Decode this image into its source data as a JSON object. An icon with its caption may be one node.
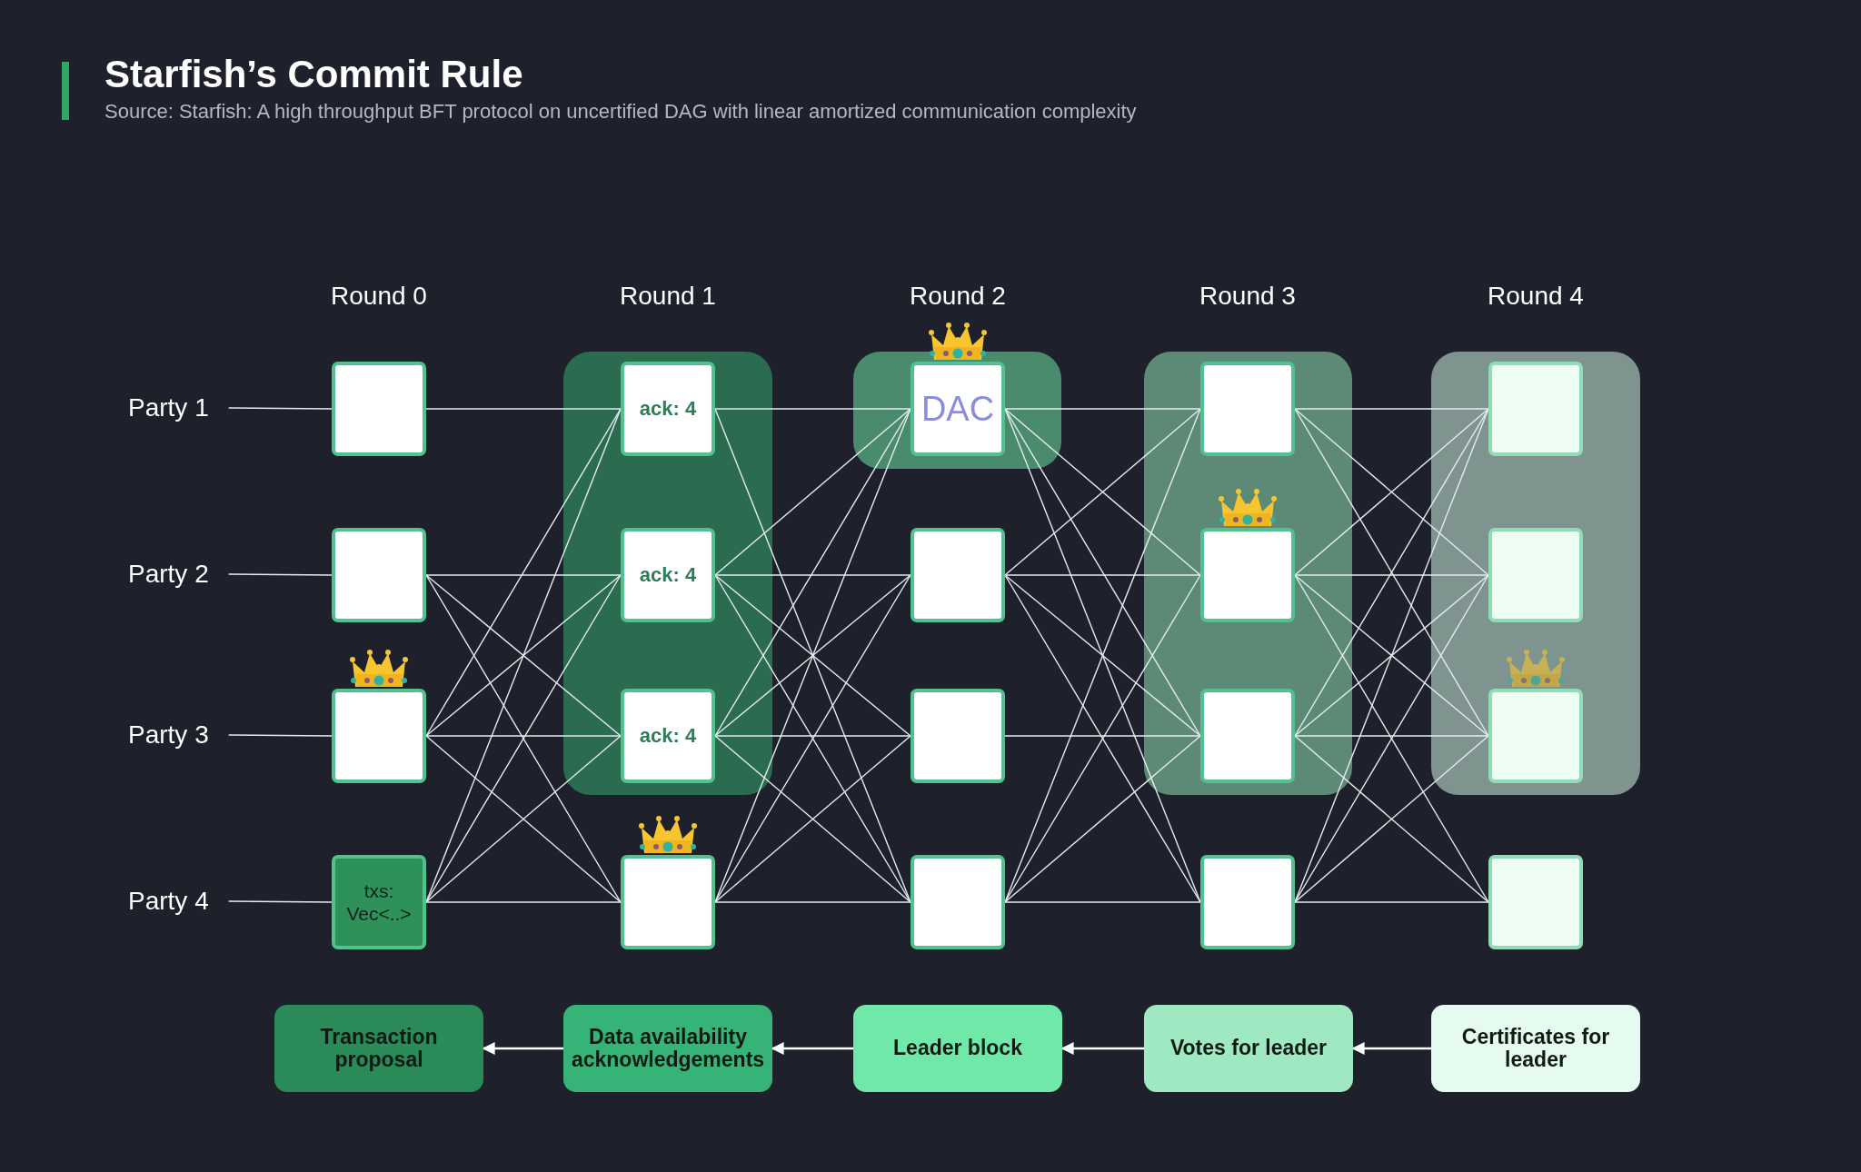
{
  "diagram": {
    "title": "Starfish’s Commit Rule",
    "nodes": [
      {
        "text": [
          "Party 1"
        ]
      },
      {
        "text": [
          "Party 2"
        ]
      },
      {
        "text": [
          "Party 3"
        ]
      },
      {
        "text": [
          "Party 4"
        ]
      },
      {
        "text": [],
        "shape": "box"
      },
      {
        "text": [
          "ack: 4"
        ]
      },
      {
        "text": [
          "DAC"
        ]
      },
      {
        "text": [],
        "shape": "box"
      },
      {
        "text": [],
        "shape": "box"
      },
      {
        "text": [],
        "shape": "box"
      },
      {
        "text": [
          "ack: 4"
        ]
      },
      {
        "text": [],
        "shape": "box"
      },
      {
        "text": [],
        "shape": "box"
      },
      {
        "text": [],
        "shape": "box"
      },
      {
        "text": [],
        "shape": "box"
      },
      {
        "text": [
          "ack: 4"
        ]
      },
      {
        "text": [],
        "shape": "box"
      },
      {
        "text": [],
        "shape": "box"
      },
      {
        "text": [],
        "shape": "box"
      },
      {
        "text": [
          "txs: Vec<..>"
        ]
      },
      {
        "text": [],
        "shape": "box"
      },
      {
        "text": [],
        "shape": "box"
      },
      {
        "text": [],
        "shape": "box"
      },
      {
        "text": [],
        "shape": "box"
      },
      {
        "text": [
          "Transaction proposal"
        ]
      },
      {
        "text": [
          "Data availability acknowledgements"
        ]
      },
      {
        "text": [
          "Leader block"
        ]
      },
      {
        "text": [
          "Votes for leader"
        ]
      },
      {
        "text": [
          "Certificates for leader"
        ]
      }
    ],
    "edges": [
      {
        "from": 0,
        "to": 4,
        "arrow": "none"
      },
      {
        "from": 1,
        "to": 9,
        "arrow": "none"
      },
      {
        "from": 2,
        "to": 14,
        "arrow": "none"
      },
      {
        "from": 3,
        "to": 19,
        "arrow": "none"
      },
      {
        "from": 4,
        "to": 5,
        "arrow": "none"
      },
      {
        "from": 9,
        "to": 10,
        "arrow": "none"
      },
      {
        "from": 9,
        "to": 15,
        "arrow": "none"
      },
      {
        "from": 9,
        "to": 20,
        "arrow": "none"
      },
      {
        "from": 14,
        "to": 5,
        "arrow": "none"
      },
      {
        "from": 14,
        "to": 10,
        "arrow": "none"
      },
      {
        "from": 14,
        "to": 15,
        "arrow": "none"
      },
      {
        "from": 14,
        "to": 20,
        "arrow": "none"
      },
      {
        "from": 19,
        "to": 5,
        "arrow": "none"
      },
      {
        "from": 19,
        "to": 10,
        "arrow": "none"
      },
      {
        "from": 19,
        "to": 15,
        "arrow": "none"
      },
      {
        "from": 19,
        "to": 20,
        "arrow": "none"
      },
      {
        "from": 5,
        "to": 6,
        "arrow": "none"
      },
      {
        "from": 5,
        "to": 21,
        "arrow": "none"
      },
      {
        "from": 10,
        "to": 6,
        "arrow": "none"
      },
      {
        "from": 10,
        "to": 11,
        "arrow": "none"
      },
      {
        "from": 10,
        "to": 16,
        "arrow": "none"
      },
      {
        "from": 10,
        "to": 21,
        "arrow": "none"
      },
      {
        "from": 15,
        "to": 6,
        "arrow": "none"
      },
      {
        "from": 15,
        "to": 11,
        "arrow": "none"
      },
      {
        "from": 15,
        "to": 16,
        "arrow": "none"
      },
      {
        "from": 15,
        "to": 21,
        "arrow": "none"
      },
      {
        "from": 20,
        "to": 6,
        "arrow": "none"
      },
      {
        "from": 20,
        "to": 11,
        "arrow": "none"
      },
      {
        "from": 20,
        "to": 16,
        "arrow": "none"
      },
      {
        "from": 20,
        "to": 21,
        "arrow": "none"
      },
      {
        "from": 6,
        "to": 7,
        "arrow": "none"
      },
      {
        "from": 6,
        "to": 12,
        "arrow": "none"
      },
      {
        "from": 6,
        "to": 17,
        "arrow": "none"
      },
      {
        "from": 6,
        "to": 22,
        "arrow": "none"
      },
      {
        "from": 11,
        "to": 7,
        "arrow": "none"
      },
      {
        "from": 11,
        "to": 12,
        "arrow": "none"
      },
      {
        "from": 11,
        "to": 17,
        "arrow": "none"
      },
      {
        "from": 11,
        "to": 22,
        "arrow": "none"
      },
      {
        "from": 16,
        "to": 17,
        "arrow": "none"
      },
      {
        "from": 21,
        "to": 7,
        "arrow": "none"
      },
      {
        "from": 21,
        "to": 12,
        "arrow": "none"
      },
      {
        "from": 21,
        "to": 17,
        "arrow": "none"
      },
      {
        "from": 21,
        "to": 22,
        "arrow": "none"
      },
      {
        "from": 7,
        "to": 8,
        "arrow": "none"
      },
      {
        "from": 7,
        "to": 13,
        "arrow": "none"
      },
      {
        "from": 7,
        "to": 18,
        "arrow": "none"
      },
      {
        "from": 12,
        "to": 8,
        "arrow": "none"
      },
      {
        "from": 12,
        "to": 13,
        "arrow": "none"
      },
      {
        "from": 12,
        "to": 18,
        "arrow": "none"
      },
      {
        "from": 12,
        "to": 23,
        "arrow": "none"
      },
      {
        "from": 17,
        "to": 8,
        "arrow": "none"
      },
      {
        "from": 17,
        "to": 13,
        "arrow": "none"
      },
      {
        "from": 17,
        "to": 18,
        "arrow": "none"
      },
      {
        "from": 17,
        "to": 23,
        "arrow": "none"
      },
      {
        "from": 22,
        "to": 8,
        "arrow": "none"
      },
      {
        "from": 22,
        "to": 13,
        "arrow": "none"
      },
      {
        "from": 22,
        "to": 18,
        "arrow": "none"
      },
      {
        "from": 22,
        "to": 23,
        "arrow": "none"
      },
      {
        "from": 28,
        "to": 27,
        "arrow": "to"
      },
      {
        "from": 27,
        "to": 26,
        "arrow": "to"
      },
      {
        "from": 26,
        "to": 25,
        "arrow": "to"
      },
      {
        "from": 25,
        "to": 24,
        "arrow": "to"
      }
    ],
    "labels": [
      "Source: Starfish: A high throughput BFT protocol on uncertified DAG with linear amortized communication complexity",
      "Round 0",
      "Round 1",
      "Round 2",
      "Round 3",
      "Round 4"
    ]
  }
}
